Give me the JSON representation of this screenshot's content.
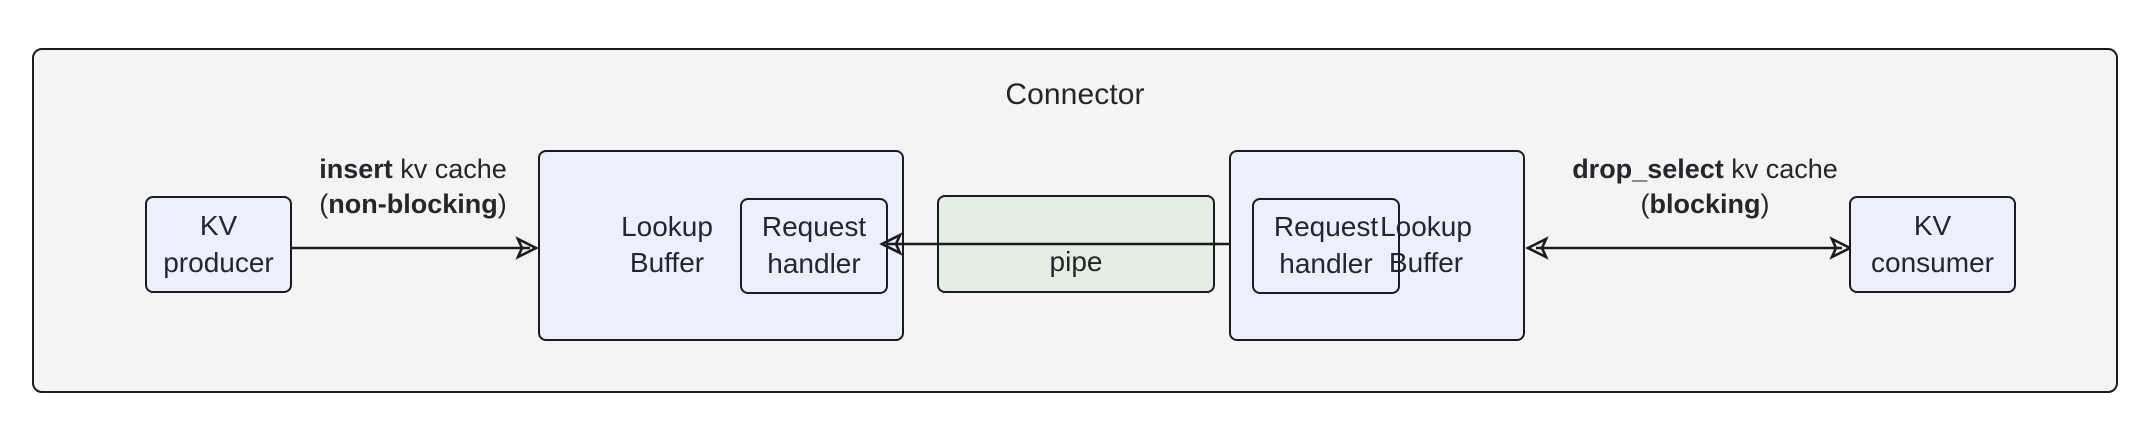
{
  "diagram": {
    "title": "Connector",
    "colors": {
      "container_bg": "#F4F4F4",
      "node_bg": "#ECEFFC",
      "pipe_bg": "#E2EFE2",
      "stroke": "#1B1B1F",
      "text": "#25262B"
    },
    "nodes": {
      "kv_producer": "KV\nproducer",
      "kv_consumer": "KV\nconsumer",
      "buffer_left": "Lookup\nBuffer",
      "buffer_right": "Lookup\nBuffer",
      "handler_left": "Request\nhandler",
      "handler_right": "Request\nhandler",
      "pipe": "pipe"
    },
    "edges": {
      "insert": {
        "bold_1": "insert",
        "plain_1": " kv cache",
        "open_paren": "(",
        "bold_2": "non-blocking",
        "close_paren": ")",
        "direction": "right"
      },
      "drop_select": {
        "bold_1": "drop_select",
        "plain_1": " kv cache",
        "open_paren": "(",
        "bold_2": "blocking",
        "close_paren": ")",
        "direction": "bidirectional"
      },
      "pipe_to_left_buffer": {
        "direction": "left"
      },
      "pipe_to_right_buffer": {
        "direction": "right"
      }
    }
  }
}
